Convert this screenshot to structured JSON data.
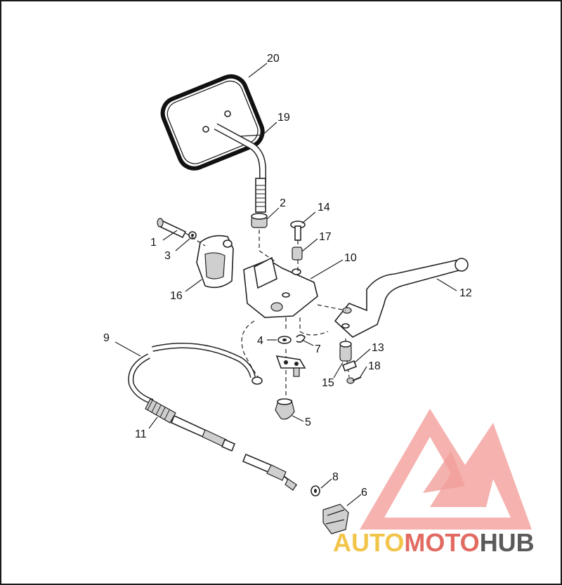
{
  "diagram": {
    "callouts": [
      "20",
      "19",
      "2",
      "14",
      "1",
      "3",
      "17",
      "10",
      "16",
      "12",
      "9",
      "4",
      "7",
      "13",
      "18",
      "15",
      "11",
      "5",
      "8",
      "6"
    ]
  },
  "watermark": {
    "word_auto": "AUTO",
    "word_moto": "MOTO",
    "word_hub": "HUB",
    "colors": {
      "auto": "#f2c54a",
      "moto": "#e36a63",
      "hub": "#5a5a5a",
      "triangle": "#f08e8a"
    }
  },
  "footer": {
    "text": ""
  }
}
